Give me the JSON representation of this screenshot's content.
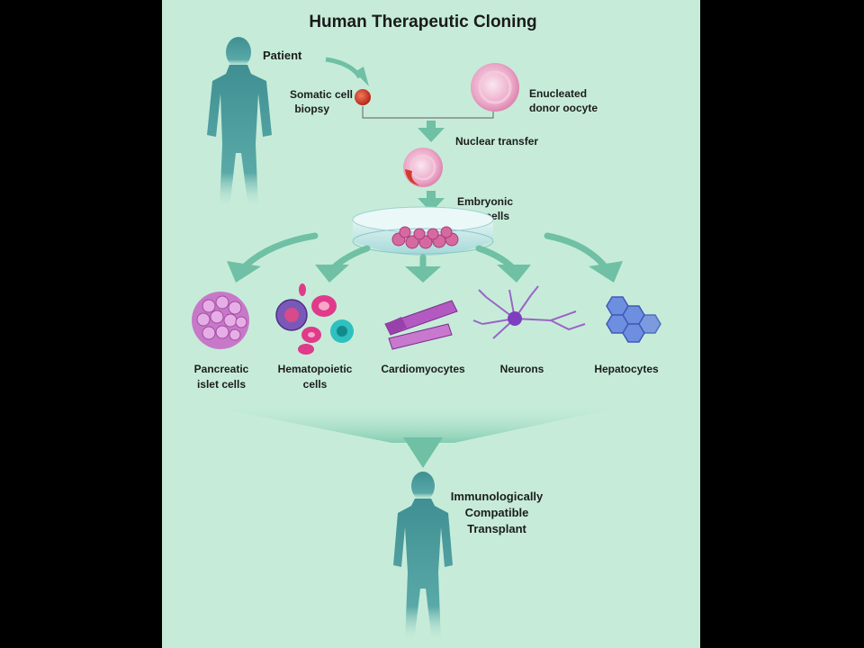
{
  "title": "Human Therapeutic Cloning",
  "patient": "Patient",
  "somatic": [
    "Somatic cell",
    "biopsy"
  ],
  "oocyte": [
    "Enucleated",
    "donor oocyte"
  ],
  "nuclear_transfer": "Nuclear transfer",
  "embryonic": [
    "Embryonic",
    "stem cells"
  ],
  "cell_types": [
    {
      "lines": [
        "Pancreatic",
        "islet cells"
      ]
    },
    {
      "lines": [
        "Hematopoietic",
        "cells"
      ]
    },
    {
      "lines": [
        "Cardiomyocytes"
      ]
    },
    {
      "lines": [
        "Neurons"
      ]
    },
    {
      "lines": [
        "Hepatocytes"
      ]
    }
  ],
  "outcome": [
    "Immunologically",
    "Compatible",
    "Transplant"
  ],
  "colors": {
    "background": "#c6ecd9",
    "arrow": "#6fc0a4",
    "figure": "#4a9a9c",
    "pink_cell": "#e9a8c8",
    "red_cell": "#d23a2a",
    "purple_cell": "#a060c8"
  }
}
